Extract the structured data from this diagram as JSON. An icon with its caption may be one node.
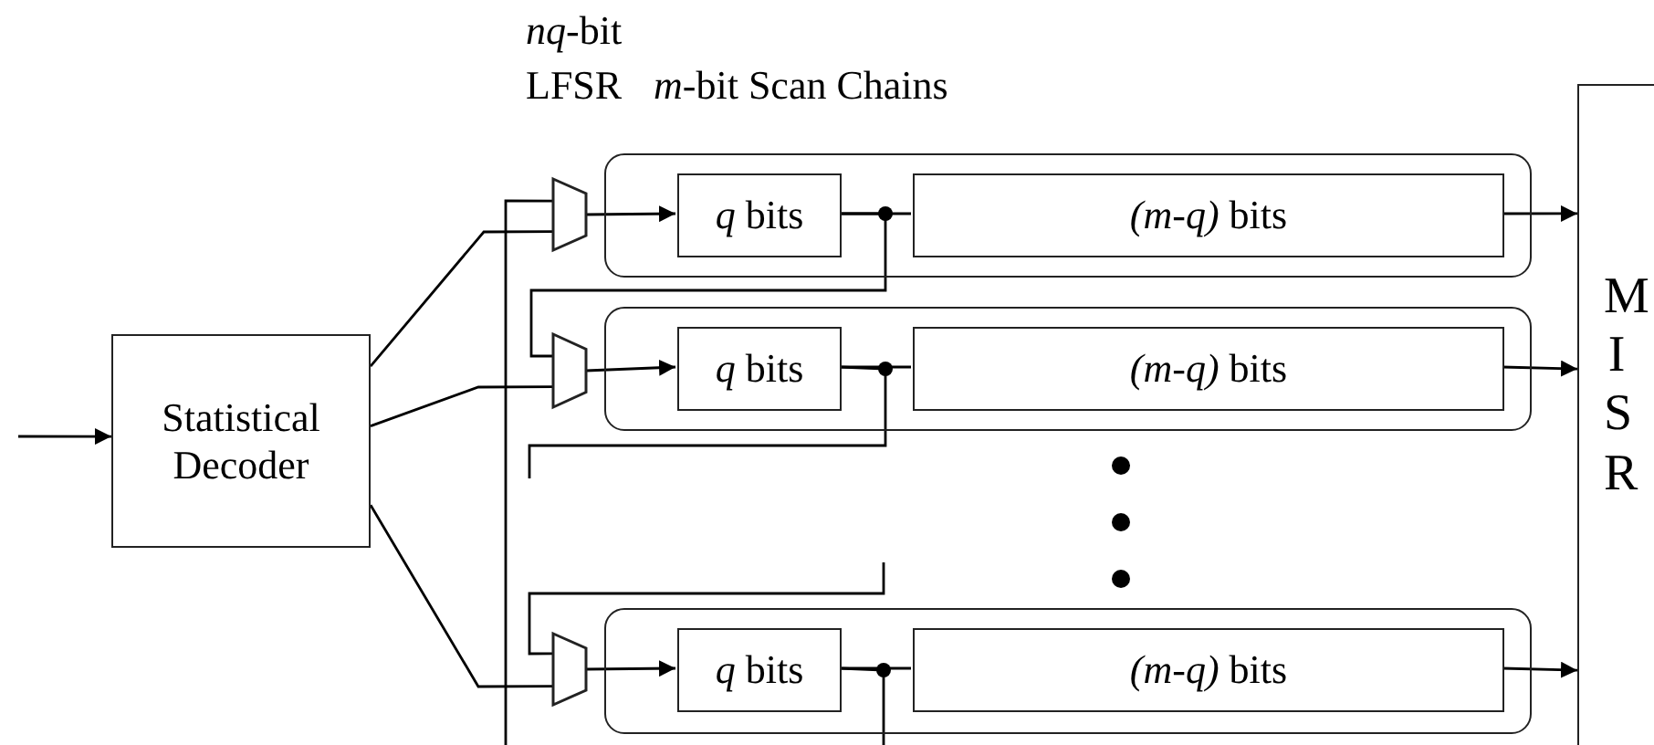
{
  "diagram": {
    "nodes": [
      {
        "text": [
          "Statistical Decoder"
        ]
      },
      {
        "text": [],
        "shape": "trapezoid"
      },
      {
        "text": [],
        "shape": "box"
      },
      {
        "text": [
          "*q* bits"
        ],
        "in": 2
      },
      {
        "text": [
          "*(m-q)* bits"
        ],
        "in": 2
      },
      {
        "text": [],
        "shape": "trapezoid"
      },
      {
        "text": [],
        "shape": "box"
      },
      {
        "text": [
          "*q* bits"
        ],
        "in": 6
      },
      {
        "text": [
          "*(m-q)* bits"
        ],
        "in": 6
      },
      {
        "text": [],
        "shape": "trapezoid"
      },
      {
        "text": [],
        "shape": "box"
      },
      {
        "text": [
          "*q* bits"
        ],
        "in": 10
      },
      {
        "text": [
          "*(m-q)* bits"
        ],
        "in": 10
      },
      {
        "text": [
          "MISR"
        ]
      }
    ],
    "edges": [
      {
        "from": null,
        "to": 0,
        "arrow": "to"
      },
      {
        "from": 0,
        "to": 1,
        "arrow": "none"
      },
      {
        "from": 0,
        "to": 5,
        "arrow": "none"
      },
      {
        "from": 0,
        "to": 9,
        "arrow": "none"
      },
      {
        "from": null,
        "to": 1,
        "arrow": "none"
      },
      {
        "from": 1,
        "to": 3,
        "arrow": "to"
      },
      {
        "from": 3,
        "to": 4,
        "arrow": "none"
      },
      {
        "from": 4,
        "to": 13,
        "arrow": "to"
      },
      {
        "from": 5,
        "to": 7,
        "arrow": "to"
      },
      {
        "from": 7,
        "to": 8,
        "arrow": "none"
      },
      {
        "from": 8,
        "to": 13,
        "arrow": "to"
      },
      {
        "from": 9,
        "to": 11,
        "arrow": "to"
      },
      {
        "from": 11,
        "to": 12,
        "arrow": "none"
      },
      {
        "from": 12,
        "to": 13,
        "arrow": "to"
      },
      {
        "from": 3,
        "to": 5,
        "arrow": "none"
      },
      {
        "from": 7,
        "to": null,
        "arrow": "none"
      },
      {
        "from": null,
        "to": 9,
        "arrow": "none"
      },
      {
        "from": 11,
        "to": null,
        "arrow": "none"
      }
    ],
    "labels": [
      "*nq*-bit LFSR",
      "*m*-bit Scan Chains"
    ]
  }
}
